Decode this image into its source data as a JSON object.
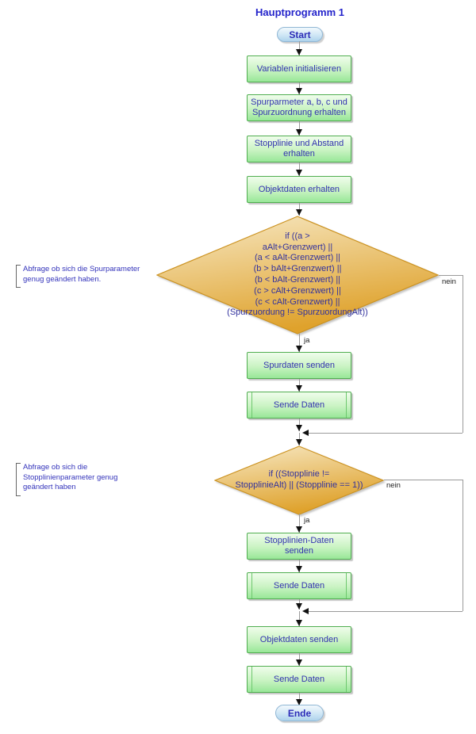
{
  "title": "Hauptprogramm 1",
  "nodes": {
    "start": "Start",
    "init": "Variablen initialisieren",
    "spurparameter_erhalten": "Spurparmeter a, b, c und\nSpurzuordnung erhalten",
    "stopplinie_erhalten": "Stopplinie und Abstand\nerhalten",
    "objektdaten_erhalten": "Objektdaten erhalten",
    "decision_spur": "if ((a >\naAlt+Grenzwert) ||\n(a < aAlt-Grenzwert) ||\n(b > bAlt+Grenzwert) ||\n(b < bAlt-Grenzwert) ||\n(c > cAlt+Grenzwert) ||\n(c < cAlt-Grenzwert) ||\n(Spurzuordung != SpurzuordungAlt))",
    "spurdaten_senden": "Spurdaten senden",
    "sende_daten_1": "Sende Daten",
    "decision_stopplinie": "if ((Stopplinie !=\nStopplinieAlt) || (Stopplinie == 1))",
    "stopplinien_daten_senden": "Stopplinien-Daten\nsenden",
    "sende_daten_2": "Sende Daten",
    "objektdaten_senden": "Objektdaten senden",
    "sende_daten_3": "Sende Daten",
    "end": "Ende"
  },
  "branches": {
    "ja1": "ja",
    "nein1": "nein",
    "ja2": "ja",
    "nein2": "nein"
  },
  "annotations": {
    "spurparameter": "Abfrage ob sich die Spurparameter\ngenug geändert haben.",
    "stopplinien": "Abfrage ob sich die\nStopplinienparameter genug\ngeändert haben"
  },
  "colors": {
    "title_text": "#2323cb",
    "node_text": "#3232b0",
    "process_fill_top": "#f0fdec",
    "process_fill_bottom": "#98e798",
    "process_border": "#4fae4f",
    "decision_fill_light": "#f7e9c6",
    "decision_fill_dark": "#dfa22c",
    "decision_border": "#cc9322",
    "terminator_fill_top": "#f2f9fd",
    "terminator_fill_bottom": "#aed3ec",
    "terminator_border": "#8fb6d4",
    "connector_gray": "#9a9a9a",
    "annotation_text": "#3434bb"
  }
}
